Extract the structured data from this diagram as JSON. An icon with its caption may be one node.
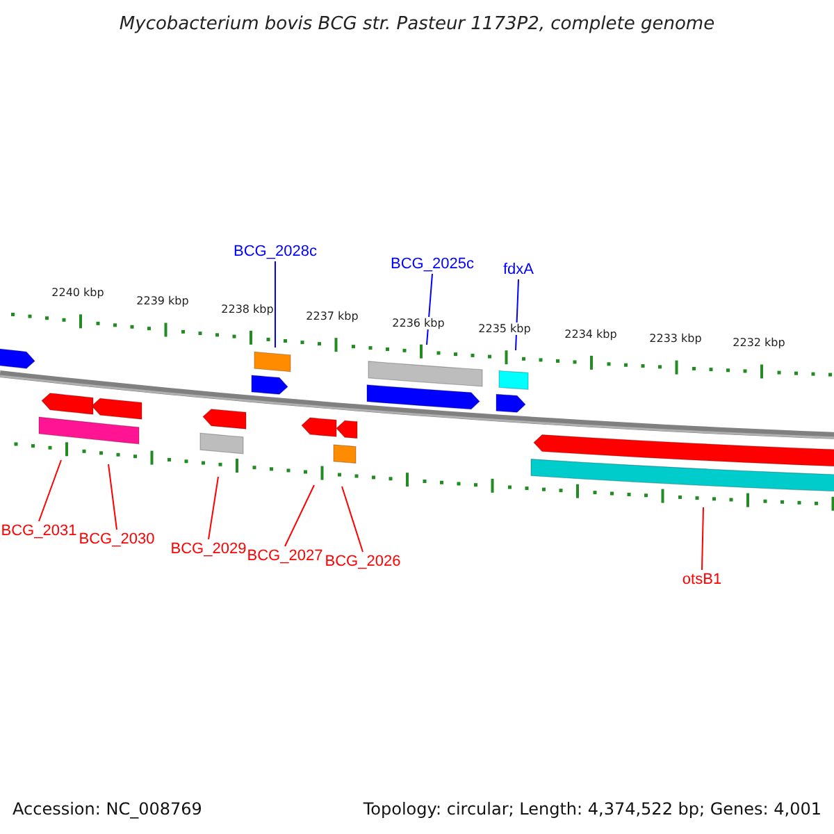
{
  "diagram": {
    "title": "Mycobacterium bovis BCG str. Pasteur 1173P2, complete genome",
    "nodes": [
      {
        "text": [
          "BCG_2028c"
        ]
      },
      {
        "text": [
          "BCG_2025c"
        ]
      },
      {
        "text": [
          "fdxA"
        ]
      },
      {
        "text": [
          "BCG_2031"
        ]
      },
      {
        "text": [
          "BCG_2030"
        ]
      },
      {
        "text": [
          "BCG_2029"
        ]
      },
      {
        "text": [
          "BCG_2027"
        ]
      },
      {
        "text": [
          "BCG_2026"
        ]
      },
      {
        "text": [
          "otsB1"
        ]
      }
    ],
    "edges": [
      {
        "from": 0,
        "to": null,
        "arrow": "none",
        "color": "#0000ff"
      },
      {
        "from": 1,
        "to": null,
        "arrow": "none",
        "color": "#0000ff"
      },
      {
        "from": 2,
        "to": null,
        "arrow": "none",
        "color": "#0000ff"
      },
      {
        "from": 3,
        "to": null,
        "arrow": "none"
      },
      {
        "from": 4,
        "to": null,
        "arrow": "none"
      },
      {
        "from": 5,
        "to": null,
        "arrow": "none"
      },
      {
        "from": 6,
        "to": null,
        "arrow": "none"
      },
      {
        "from": 7,
        "to": null,
        "arrow": "none"
      },
      {
        "from": 8,
        "to": null,
        "arrow": "none"
      }
    ],
    "labels": [
      "2240 kbp",
      "2239 kbp",
      "2238 kbp",
      "2237 kbp",
      "2236 kbp",
      "2235 kbp",
      "2234 kbp",
      "2233 kbp",
      "2232 kbp",
      "Accession: NC_008769",
      "Topology: circular; Length: 4,374,522 bp; Genes: 4,001"
    ]
  }
}
